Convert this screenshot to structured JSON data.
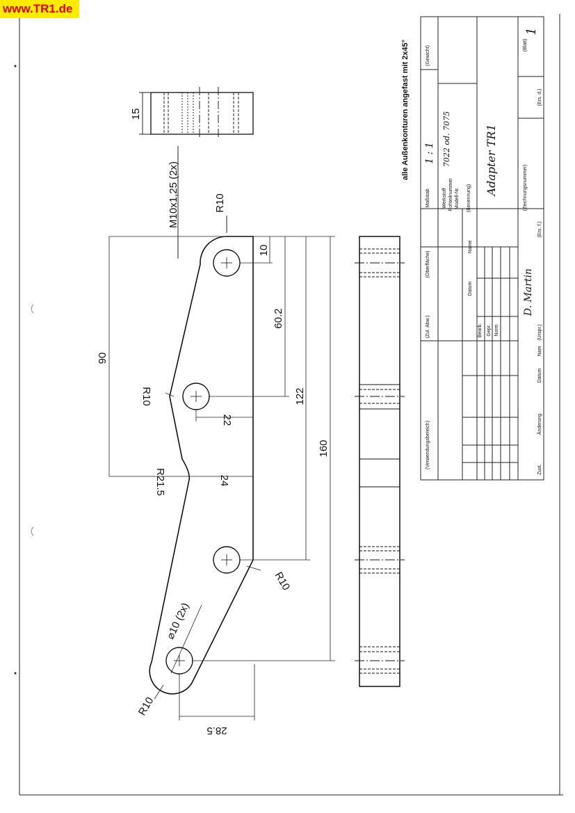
{
  "watermark": "www.TR1.de",
  "note": "alle Außenkonturen angefast mit 2x45°",
  "dimensions": {
    "thickness": "15",
    "thread": "M10x1,25 (2x)",
    "r_top": "R10",
    "d10": "10",
    "d60": "60.2",
    "d90": "90",
    "d122": "122",
    "d160": "160",
    "r_mid": "R10",
    "d22": "22",
    "r21": "R21.5",
    "d24": "24",
    "r_lower": "R10",
    "bore": "⌀10 (2x)",
    "r_bottom": "R10",
    "d28": "28.5"
  },
  "title_block": {
    "verwendung": "(Verwendungsbereich)",
    "zul_abw": "(Zul. Abw.)",
    "oberflaeche": "(Oberfläche)",
    "massstab_label": "Maßstab",
    "massstab_value": "1 : 1",
    "gewicht": "(Gewicht)",
    "werkstoff_label": "Werkstoff",
    "werkstoff_label2": "Rohteilnummer",
    "werkstoff_label3": "Modell-Nr.",
    "werkstoff_value": "7022  od.  7075",
    "datum_hdr": "Datum",
    "name_hdr": "Name",
    "bearb": "Bearb.",
    "gepr": "Gepr.",
    "norm": "Norm",
    "benennung_label": "(Benennung)",
    "benennung_value": "Adapter TR1",
    "zeichnungsnummer": "(Zeichnungsnummer)",
    "blatt_label": "(Blatt)",
    "blatt_value": "1",
    "zust": "Zust.",
    "aenderung": "Änderung",
    "datum": "Datum",
    "name": "Nam",
    "urspr": "(Urspr.)",
    "ers_f": "(Ers. f.)",
    "ers_d": "(Ers. d.)",
    "signature": "D. Martin"
  }
}
